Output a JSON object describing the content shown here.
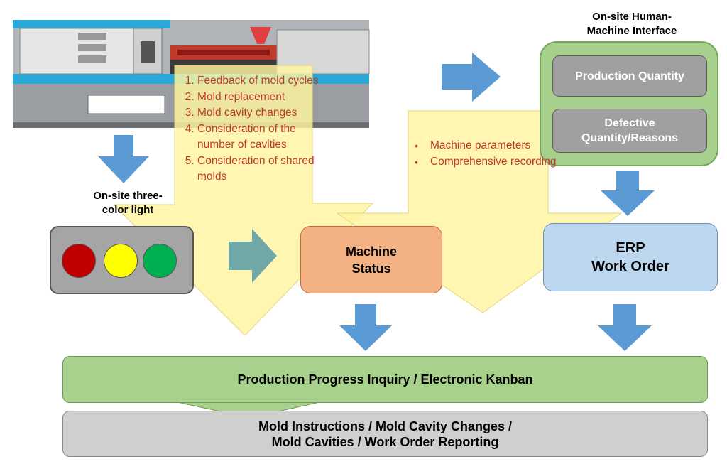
{
  "hmi": {
    "title_line1": "On-site Human-",
    "title_line2": "Machine Interface",
    "production_quantity": "Production Quantity",
    "defective_line1": "Defective",
    "defective_line2": "Quantity/Reasons"
  },
  "light": {
    "label_line1": "On-site three-",
    "label_line2": "color light",
    "lamps": [
      "red",
      "yellow",
      "green"
    ],
    "lamp_colors": {
      "red": "#c00000",
      "yellow": "#ffff00",
      "green": "#00b050"
    }
  },
  "feedback_list": [
    "Feedback of mold cycles",
    "Mold replacement",
    "Mold cavity changes",
    "Consideration of the number of cavities",
    "Consideration of shared molds"
  ],
  "machine_params": [
    "Machine parameters",
    "Comprehensive recording"
  ],
  "machine_status": {
    "line1": "Machine",
    "line2": "Status"
  },
  "erp": {
    "line1": "ERP",
    "line2": "Work Order"
  },
  "progress_bar": {
    "label": "Production Progress Inquiry / Electronic Kanban"
  },
  "mold_bar": {
    "line1": "Mold Instructions / Mold Cavity Changes /",
    "line2": "Mold Cavities / Work Order Reporting"
  },
  "colors": {
    "arrow_blue": "#5b9bd5",
    "arrow_teal": "#70a8a8",
    "callout_yellow": "#fff5a0",
    "text_red": "#c0392b"
  }
}
